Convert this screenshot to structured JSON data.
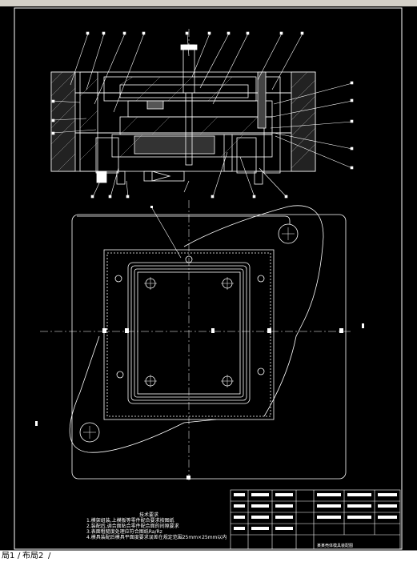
{
  "window": {
    "tabs": [
      "局1",
      "布局2"
    ]
  },
  "drawing": {
    "tech_requirements": {
      "title": "技术要求",
      "lines": [
        "1.模架组装,上模板等零件配合要求按图纸",
        "2.装配后,调合面贴合零件配合面的间隙要求",
        "3.表面粗糙度处理应符合图纸Ra/Rz",
        "4.模具装配后模具平面度要求误差在规定范围25mm×25mm以内"
      ]
    },
    "title_block_caption": "某某壳体模具装配图",
    "colors": {
      "line": "#ffffff",
      "label": "#ffffff",
      "background": "#000000"
    }
  }
}
